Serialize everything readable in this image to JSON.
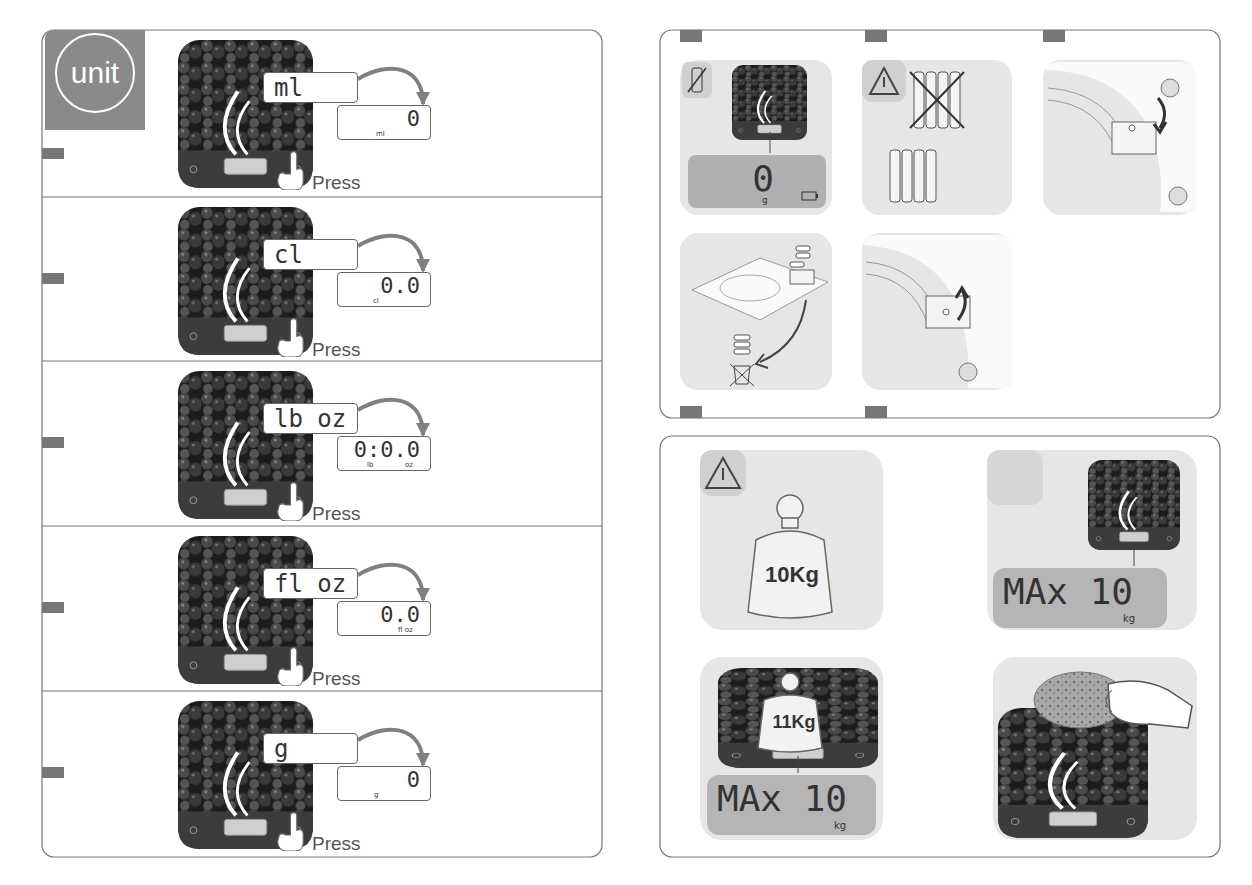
{
  "diagram": {
    "nodes": [
      {
        "text": [
          "unit"
        ]
      },
      {
        "text": [
          "ml"
        ]
      },
      {
        "text": [
          "0",
          "ml"
        ]
      },
      {
        "text": [
          "cl"
        ]
      },
      {
        "text": [
          "0.0",
          "cl"
        ]
      },
      {
        "text": [
          "lb oz"
        ]
      },
      {
        "text": [
          "0:0.0",
          "lb",
          "oz"
        ]
      },
      {
        "text": [
          "fl oz"
        ]
      },
      {
        "text": [
          "0.0",
          "fl oz"
        ]
      },
      {
        "text": [
          "g"
        ]
      },
      {
        "text": [
          "0",
          "g"
        ]
      },
      {
        "text": [
          "0",
          "g"
        ]
      },
      {
        "text": [
          "10Kg"
        ]
      },
      {
        "text": [
          "MAx 10",
          "kg"
        ]
      },
      {
        "text": [
          "11Kg"
        ]
      },
      {
        "text": [
          "MAx 10",
          "kg"
        ]
      }
    ],
    "edges": [
      {
        "from": 1,
        "to": 2,
        "arrow": "to"
      },
      {
        "from": 3,
        "to": 4,
        "arrow": "to"
      },
      {
        "from": 5,
        "to": 6,
        "arrow": "to"
      },
      {
        "from": 7,
        "to": 8,
        "arrow": "to"
      },
      {
        "from": 9,
        "to": 10,
        "arrow": "to"
      }
    ],
    "labels": [
      "Press",
      "Press",
      "Press",
      "Press",
      "Press"
    ]
  }
}
